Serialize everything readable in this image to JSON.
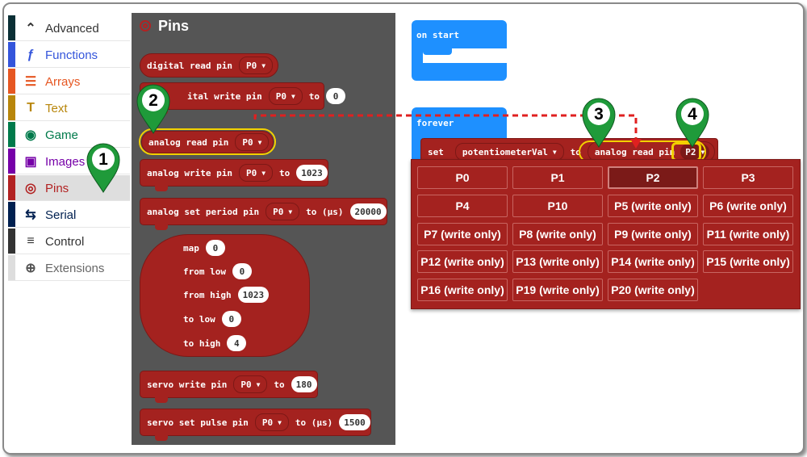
{
  "toolbox": {
    "categories": [
      {
        "label": "Advanced",
        "color": "#0a2f35",
        "icon": "chevron-up-icon",
        "text_color": "#333333"
      },
      {
        "label": "Functions",
        "color": "#3455db",
        "icon": "function-icon",
        "text_color": "#3455db"
      },
      {
        "label": "Arrays",
        "color": "#e65722",
        "icon": "list-icon",
        "text_color": "#e65722"
      },
      {
        "label": "Text",
        "color": "#b8860b",
        "icon": "text-icon",
        "text_color": "#b8860b"
      },
      {
        "label": "Game",
        "color": "#007a4b",
        "icon": "gamepad-icon",
        "text_color": "#007a4b"
      },
      {
        "label": "Images",
        "color": "#7600a8",
        "icon": "image-icon",
        "text_color": "#7600a8"
      },
      {
        "label": "Pins",
        "color": "#b22222",
        "icon": "target-icon",
        "text_color": "#b22222",
        "selected": true
      },
      {
        "label": "Serial",
        "color": "#002050",
        "icon": "usb-icon",
        "text_color": "#002050"
      },
      {
        "label": "Control",
        "color": "#333333",
        "icon": "stack-icon",
        "text_color": "#333333"
      },
      {
        "label": "Extensions",
        "color": "#dddddd",
        "icon": "plus-circle-icon",
        "text_color": "#666666"
      }
    ]
  },
  "flyout": {
    "title": "Pins",
    "digital_read": {
      "label": "digital read pin",
      "pin": "P0"
    },
    "digital_write": {
      "label": "ital write pin",
      "pin": "P0",
      "to": "to",
      "value": "0"
    },
    "analog_read": {
      "label": "analog read pin",
      "pin": "P0"
    },
    "analog_write": {
      "label": "analog write pin",
      "pin": "P0",
      "to": "to",
      "value": "1023"
    },
    "analog_period": {
      "label": "analog set period pin",
      "pin": "P0",
      "to": "to (µs)",
      "value": "20000"
    },
    "map": {
      "label": "map",
      "value": "0",
      "from_low": "from low",
      "from_low_value": "0",
      "from_high": "from high",
      "from_high_value": "1023",
      "to_low": "to low",
      "to_low_value": "0",
      "to_high": "to high",
      "to_high_value": "4"
    },
    "servo_write": {
      "label": "servo write pin",
      "pin": "P0",
      "to": "to",
      "value": "180"
    },
    "servo_pulse": {
      "label": "servo set pulse pin",
      "pin": "P0",
      "to": "to (µs)",
      "value": "1500"
    }
  },
  "workspace": {
    "on_start": "on start",
    "forever": "forever",
    "set": "set",
    "variable": "potentiometerVal",
    "to": "to",
    "analog_read": "analog read pin",
    "selected_pin": "P2"
  },
  "pin_options": [
    "P0",
    "P1",
    "P2",
    "P3",
    "P4",
    "P10",
    "P5 (write only)",
    "P6 (write only)",
    "P7 (write only)",
    "P8 (write only)",
    "P9 (write only)",
    "P11 (write only)",
    "P12 (write only)",
    "P13 (write only)",
    "P14 (write only)",
    "P15 (write only)",
    "P16 (write only)",
    "P19 (write only)",
    "P20 (write only)"
  ],
  "selected_option": "P2",
  "markers": [
    "1",
    "2",
    "3",
    "4"
  ],
  "colors": {
    "pins_block": "#a4221f",
    "event_block": "#1e90ff",
    "marker": "#1f9a3a",
    "highlight": "#f3d000",
    "arrow": "#e02020"
  }
}
